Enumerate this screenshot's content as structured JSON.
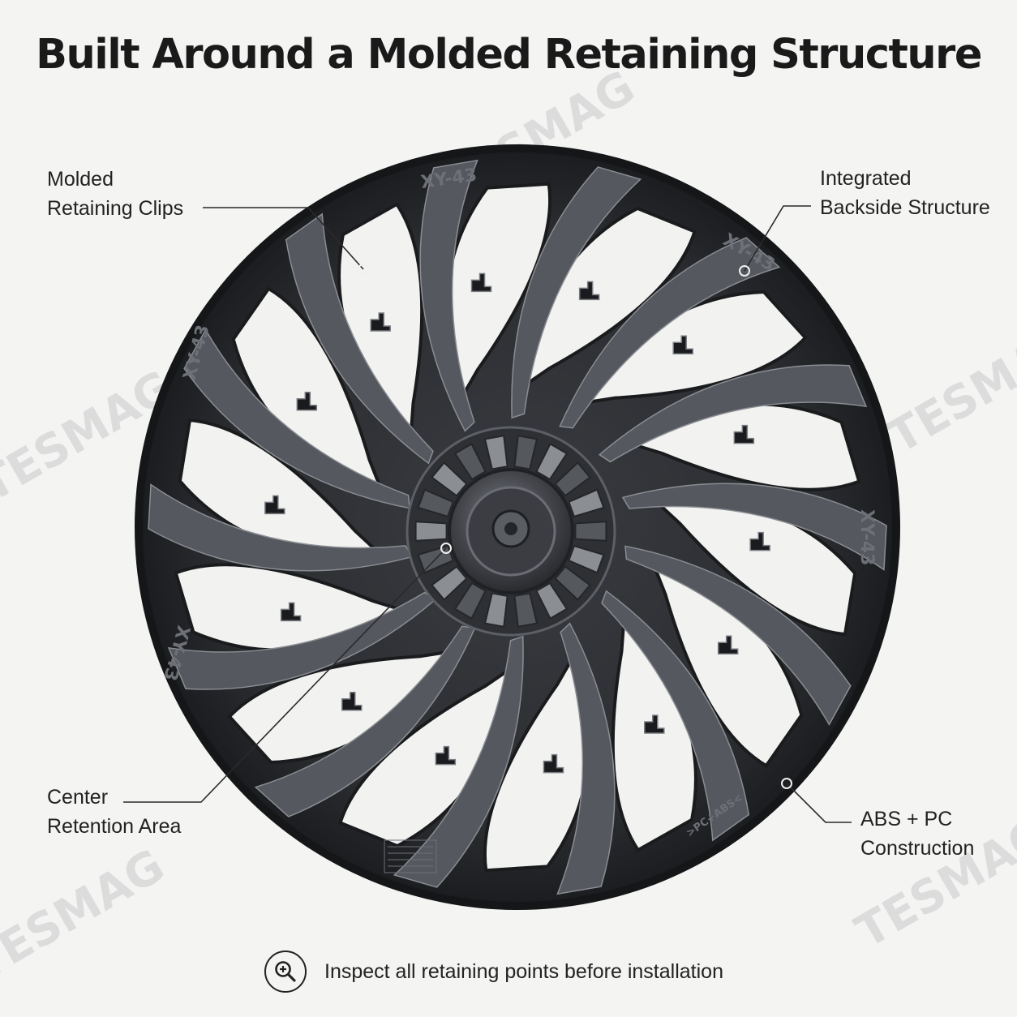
{
  "title": "Built Around a Molded  Retaining Structure",
  "watermark": "TESMAG",
  "wheel_markings": {
    "part_code": "XY-43",
    "material_mark": ">PC+ABS<"
  },
  "callouts": {
    "top_left": {
      "line1": "Molded",
      "line2": "Retaining Clips"
    },
    "top_right": {
      "line1": "Integrated",
      "line2": "Backside Structure"
    },
    "bottom_left": {
      "line1": "Center",
      "line2": "Retention Area"
    },
    "bottom_right": {
      "line1": "ABS + PC",
      "line2": "Construction"
    }
  },
  "footer": {
    "icon": "magnifier-plus-icon",
    "text": "Inspect all retaining points before installation"
  },
  "colors": {
    "background": "#f4f4f3",
    "text": "#1b1b1b",
    "wheel_dark": "#2b2d31",
    "wheel_spoke": "#505359",
    "watermark": "#dcdcdc"
  }
}
